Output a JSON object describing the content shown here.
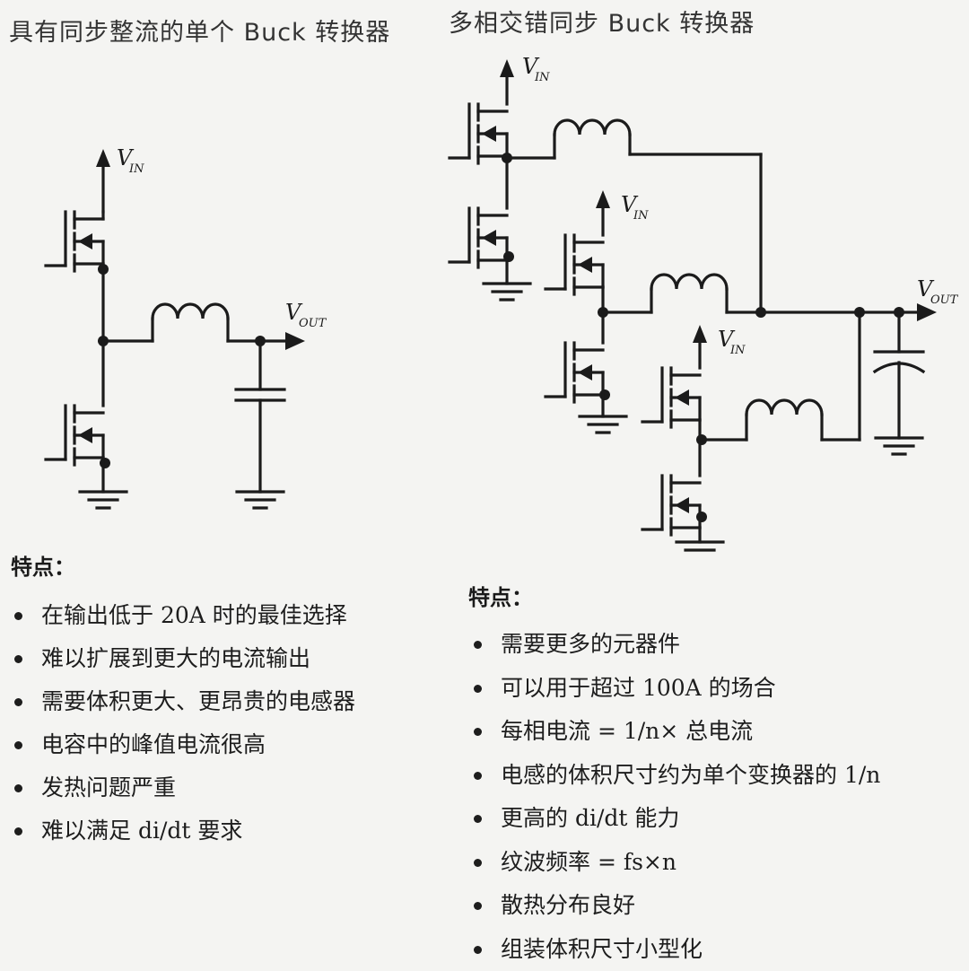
{
  "left": {
    "title": "具有同步整流的单个 Buck 转换器",
    "features_heading": "特点：",
    "bullets": [
      "在输出低于 20A 时的最佳选择",
      "难以扩展到更大的电流输出",
      "需要体积更大、更昂贵的电感器",
      "电容中的峰值电流很高",
      "发热问题严重",
      "难以满足 di/dt 要求"
    ]
  },
  "right": {
    "title": "多相交错同步 Buck 转换器",
    "features_heading": "特点：",
    "bullets": [
      "需要更多的元器件",
      "可以用于超过 100A 的场合",
      "每相电流 = 1/n× 总电流",
      "电感的体积尺寸约为单个变换器的 1/n",
      "更高的 di/dt 能力",
      "纹波频率 = fs×n",
      "散热分布良好",
      "组装体积尺寸小型化"
    ]
  },
  "labels": {
    "vin": "V",
    "vin_sub": "IN",
    "vout": "V",
    "vout_sub": "OUT"
  }
}
